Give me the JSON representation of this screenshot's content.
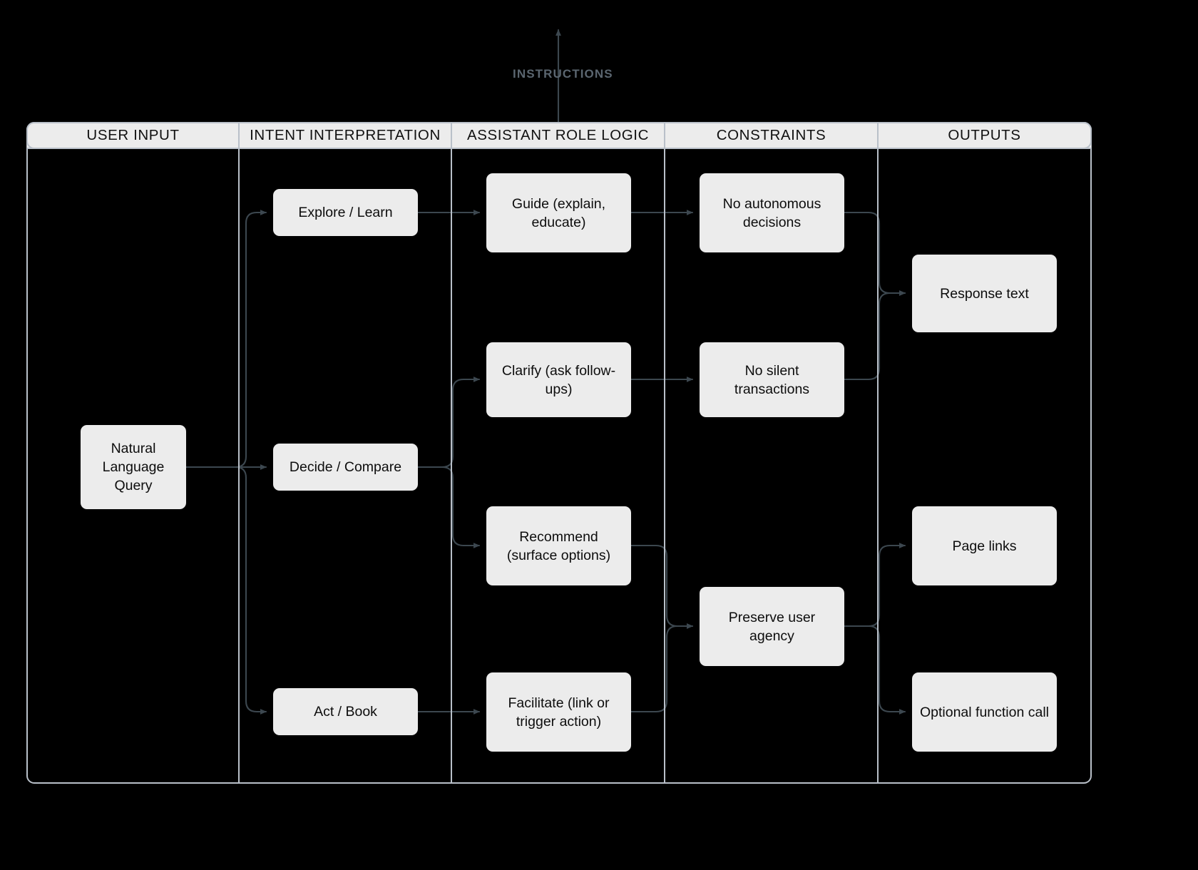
{
  "diagram": {
    "title_label": "INSTRUCTIONS",
    "colors": {
      "background": "#000000",
      "node_fill": "#ececec",
      "node_text": "#0d0d0d",
      "edge": "#3c474f",
      "lane_border": "#b9c0c9",
      "lane_header_fill": "#ececec",
      "instruction_text": "#5b6670"
    },
    "lanes": [
      {
        "id": "user-input",
        "label": "USER INPUT"
      },
      {
        "id": "intent-interpretation",
        "label": "INTENT INTERPRETATION"
      },
      {
        "id": "assistant-role-logic",
        "label": "ASSISTANT ROLE LOGIC"
      },
      {
        "id": "constraints",
        "label": "CONSTRAINTS"
      },
      {
        "id": "outputs",
        "label": "OUTPUTS"
      }
    ],
    "nodes": [
      {
        "id": "natural-language-query",
        "lane": "user-input",
        "label": "Natural Language Query"
      },
      {
        "id": "explore-learn",
        "lane": "intent-interpretation",
        "label": "Explore / Learn"
      },
      {
        "id": "decide-compare",
        "lane": "intent-interpretation",
        "label": "Decide / Compare"
      },
      {
        "id": "act-book",
        "lane": "intent-interpretation",
        "label": "Act / Book"
      },
      {
        "id": "guide",
        "lane": "assistant-role-logic",
        "label": "Guide (explain, educate)"
      },
      {
        "id": "clarify",
        "lane": "assistant-role-logic",
        "label": "Clarify (ask follow-ups)"
      },
      {
        "id": "recommend",
        "lane": "assistant-role-logic",
        "label": "Recommend (surface options)"
      },
      {
        "id": "facilitate",
        "lane": "assistant-role-logic",
        "label": "Facilitate (link or trigger action)"
      },
      {
        "id": "no-autonomous",
        "lane": "constraints",
        "label": "No autonomous decisions"
      },
      {
        "id": "no-silent",
        "lane": "constraints",
        "label": "No silent transactions"
      },
      {
        "id": "preserve-agency",
        "lane": "constraints",
        "label": "Preserve user agency"
      },
      {
        "id": "response-text",
        "lane": "outputs",
        "label": "Response text"
      },
      {
        "id": "page-links",
        "lane": "outputs",
        "label": "Page links"
      },
      {
        "id": "optional-function-call",
        "lane": "outputs",
        "label": "Optional function call"
      }
    ],
    "edges": [
      {
        "from": "natural-language-query",
        "to": "explore-learn"
      },
      {
        "from": "natural-language-query",
        "to": "decide-compare"
      },
      {
        "from": "natural-language-query",
        "to": "act-book"
      },
      {
        "from": "explore-learn",
        "to": "guide"
      },
      {
        "from": "decide-compare",
        "to": "clarify"
      },
      {
        "from": "decide-compare",
        "to": "recommend"
      },
      {
        "from": "act-book",
        "to": "facilitate"
      },
      {
        "from": "guide",
        "to": "no-autonomous"
      },
      {
        "from": "clarify",
        "to": "no-silent"
      },
      {
        "from": "recommend",
        "to": "preserve-agency"
      },
      {
        "from": "facilitate",
        "to": "preserve-agency"
      },
      {
        "from": "no-autonomous",
        "to": "response-text"
      },
      {
        "from": "no-silent",
        "to": "response-text"
      },
      {
        "from": "preserve-agency",
        "to": "page-links"
      },
      {
        "from": "preserve-agency",
        "to": "optional-function-call"
      }
    ]
  }
}
